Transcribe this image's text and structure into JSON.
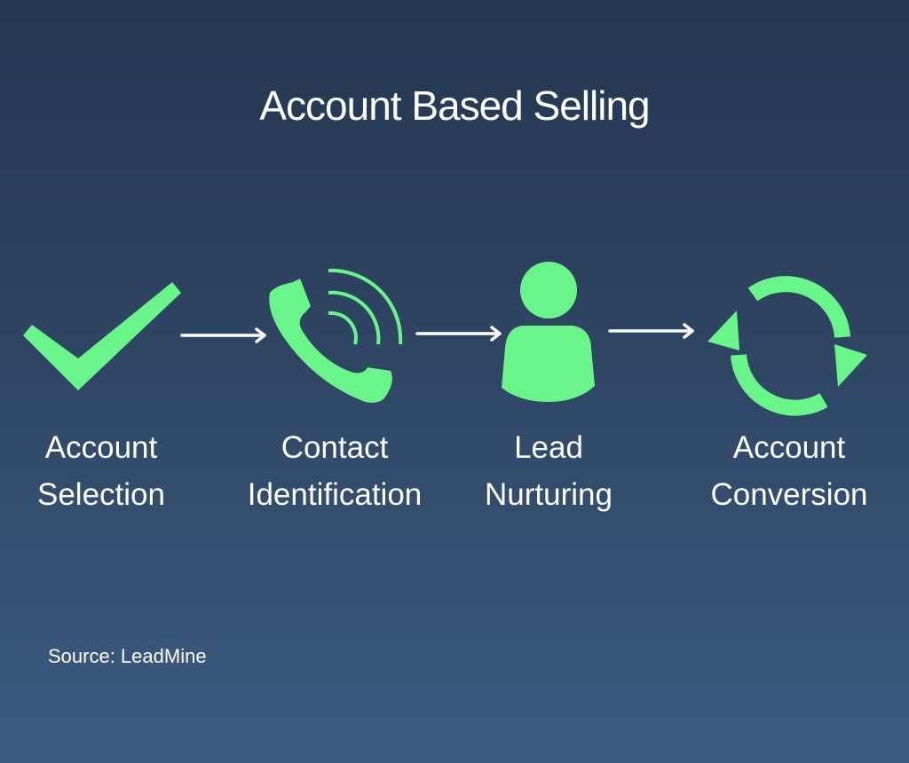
{
  "title": "Account Based Selling",
  "accent_color": "#6af58a",
  "steps": [
    {
      "icon": "checkmark-icon",
      "line1": "Account",
      "line2": "Selection"
    },
    {
      "icon": "phone-icon",
      "line1": "Contact",
      "line2": "Identification"
    },
    {
      "icon": "person-icon",
      "line1": "Lead",
      "line2": "Nurturing"
    },
    {
      "icon": "cycle-icon",
      "line1": "Account",
      "line2": "Conversion"
    }
  ],
  "source": "Source: LeadMine"
}
